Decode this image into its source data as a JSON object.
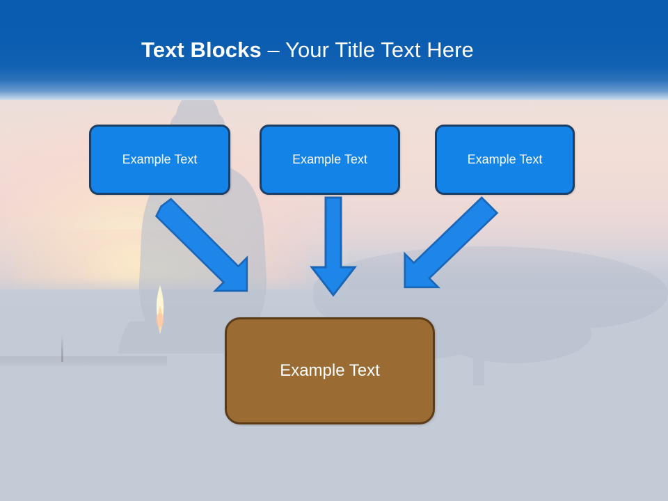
{
  "slide": {
    "title_bold": "Text Blocks ",
    "title_dash": "– ",
    "title_light": "Your Title Text Here",
    "background_description": "sunset-sky-buddha-statue-silhouette"
  },
  "colors": {
    "header_blue": "#0a5cb0",
    "node_blue_fill": "#1383e8",
    "node_blue_border": "#1c3f66",
    "node_brown_fill": "#9a6b33",
    "node_brown_border": "#5b3c19",
    "arrow_fill": "#1e86e8",
    "arrow_border": "#1a66b8",
    "slide_background": "#c3cbd7",
    "title_text": "#ffffff"
  },
  "nodes": {
    "top": [
      {
        "id": "box-1",
        "label": "Example Text"
      },
      {
        "id": "box-2",
        "label": "Example Text"
      },
      {
        "id": "box-3",
        "label": "Example Text"
      }
    ],
    "result": {
      "id": "box-result",
      "label": "Example Text"
    }
  },
  "arrows": [
    {
      "id": "arrow-left",
      "direction": "down-right",
      "from": "box-1",
      "to": "box-result"
    },
    {
      "id": "arrow-center",
      "direction": "down",
      "from": "box-2",
      "to": "box-result"
    },
    {
      "id": "arrow-right",
      "direction": "down-left",
      "from": "box-3",
      "to": "box-result"
    }
  ]
}
